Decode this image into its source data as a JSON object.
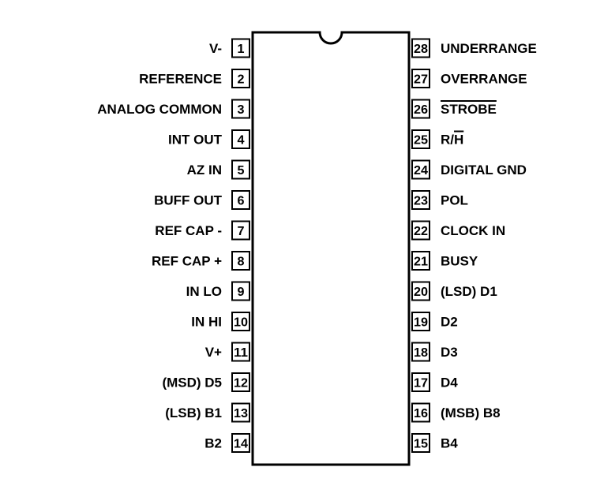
{
  "pinout": {
    "left_pins": [
      {
        "num": "1",
        "label": "V-"
      },
      {
        "num": "2",
        "label": "REFERENCE"
      },
      {
        "num": "3",
        "label": "ANALOG COMMON"
      },
      {
        "num": "4",
        "label": "INT OUT"
      },
      {
        "num": "5",
        "label": "AZ IN"
      },
      {
        "num": "6",
        "label": "BUFF OUT"
      },
      {
        "num": "7",
        "label": "REF CAP -"
      },
      {
        "num": "8",
        "label": "REF CAP +"
      },
      {
        "num": "9",
        "label": "IN LO"
      },
      {
        "num": "10",
        "label": "IN HI"
      },
      {
        "num": "11",
        "label": "V+"
      },
      {
        "num": "12",
        "label": "(MSD) D5"
      },
      {
        "num": "13",
        "label": "(LSB) B1"
      },
      {
        "num": "14",
        "label": "B2"
      }
    ],
    "right_pins": [
      {
        "num": "28",
        "label": "UNDERRANGE"
      },
      {
        "num": "27",
        "label": "OVERRANGE"
      },
      {
        "num": "26",
        "label": "STROBE",
        "overbar": true
      },
      {
        "num": "25",
        "label": "R/",
        "label_bar": "H"
      },
      {
        "num": "24",
        "label": "DIGITAL GND"
      },
      {
        "num": "23",
        "label": "POL"
      },
      {
        "num": "22",
        "label": "CLOCK IN"
      },
      {
        "num": "21",
        "label": "BUSY"
      },
      {
        "num": "20",
        "label": "(LSD) D1"
      },
      {
        "num": "19",
        "label": "D2"
      },
      {
        "num": "18",
        "label": "D3"
      },
      {
        "num": "17",
        "label": "D4"
      },
      {
        "num": "16",
        "label": "(MSB) B8"
      },
      {
        "num": "15",
        "label": "B4"
      }
    ]
  }
}
